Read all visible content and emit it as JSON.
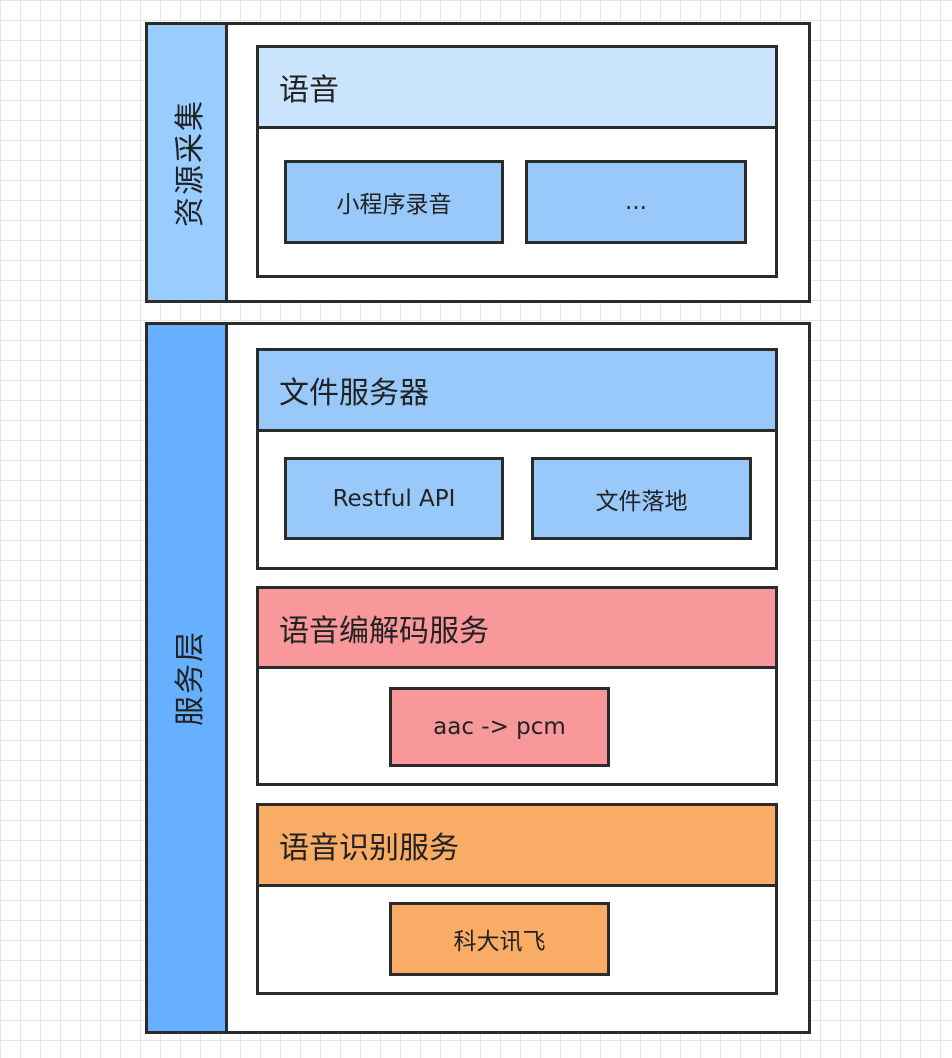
{
  "colors": {
    "light_blue": "#cce5ff",
    "mid_blue": "#99c9fa",
    "side_blue_light": "#99ccff",
    "side_blue": "#66b0ff",
    "red": "#f8989b",
    "orange": "#f9ac66",
    "border": "#2b2b2b"
  },
  "resource_collection": {
    "side_label": "资源采集",
    "voice": {
      "title": "语音",
      "items": [
        "小程序录音",
        "..."
      ]
    }
  },
  "service_layer": {
    "side_label": "服务层",
    "file_server": {
      "title": "文件服务器",
      "items": [
        "Restful API",
        "文件落地"
      ]
    },
    "codec_service": {
      "title": "语音编解码服务",
      "items": [
        "aac -> pcm"
      ]
    },
    "recognition_service": {
      "title": "语音识别服务",
      "items": [
        "科大讯飞"
      ]
    }
  }
}
